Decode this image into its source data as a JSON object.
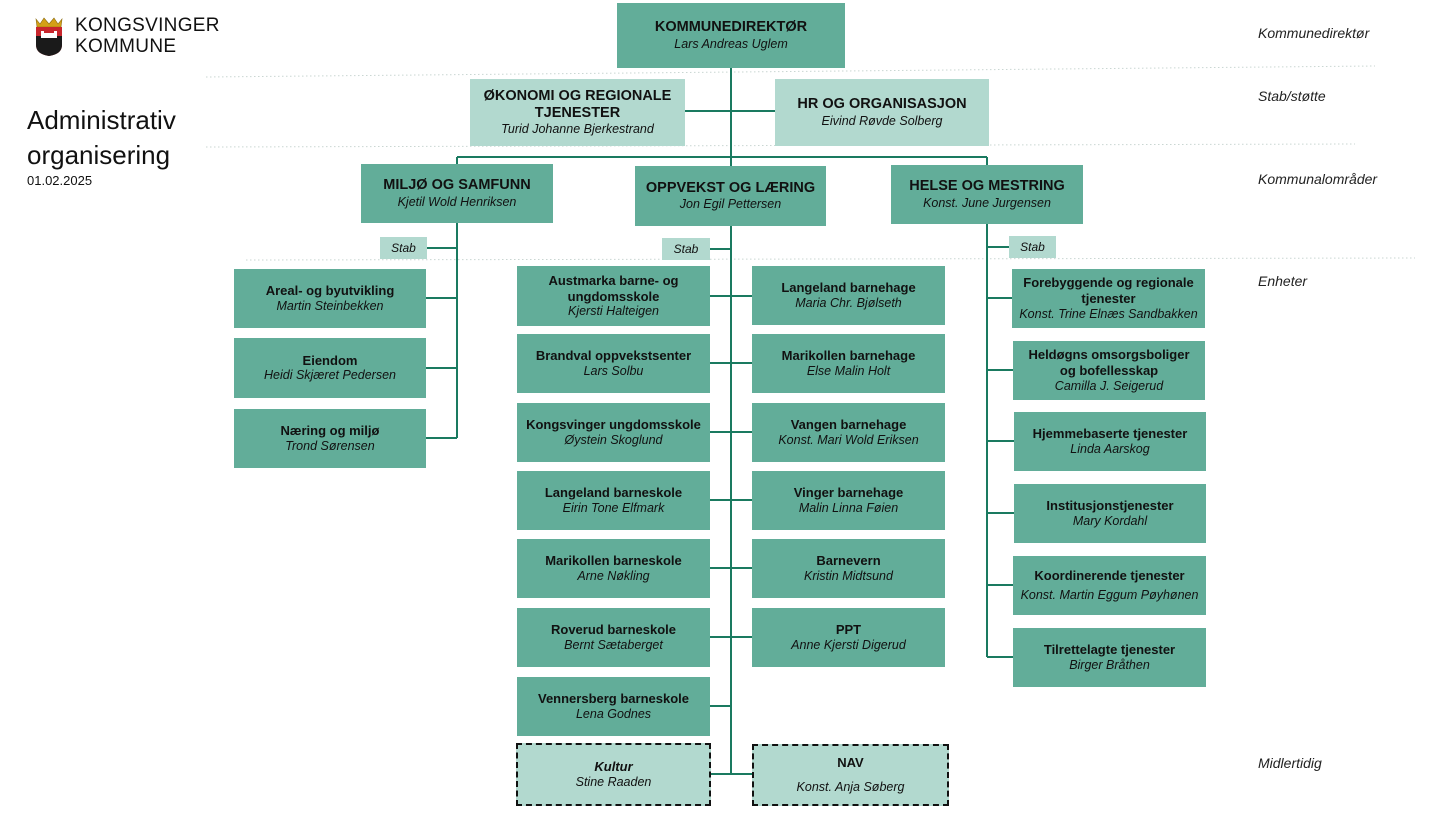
{
  "logo": {
    "line1": "KONGSVINGER",
    "line2": "KOMMUNE",
    "icon": "kongsvinger-coat-of-arms-icon"
  },
  "page": {
    "title_line1": "Administrativ",
    "title_line2": "organisering",
    "date": "01.02.2025"
  },
  "levels": [
    "Kommunedirektør",
    "Stab/støtte",
    "Kommunalområder",
    "Enheter",
    "Midlertidig"
  ],
  "top": {
    "title": "KOMMUNEDIREKTØR",
    "name": "Lars Andreas Uglem"
  },
  "staff": [
    {
      "title": "ØKONOMI OG REGIONALE TJENESTER",
      "name": "Turid Johanne Bjerkestrand"
    },
    {
      "title": "HR OG ORGANISASJON",
      "name": "Eivind Røvde Solberg"
    }
  ],
  "areas": [
    {
      "title": "MILJØ OG SAMFUNN",
      "name": "Kjetil Wold Henriksen",
      "stab": "Stab"
    },
    {
      "title": "OPPVEKST OG LÆRING",
      "name": "Jon Egil Pettersen",
      "stab": "Stab"
    },
    {
      "title": "HELSE OG MESTRING",
      "name": "Konst. June Jurgensen",
      "stab": "Stab"
    }
  ],
  "units_miljo": [
    {
      "title": "Areal- og byutvikling",
      "name": "Martin Steinbekken"
    },
    {
      "title": "Eiendom",
      "name": "Heidi Skjæret Pedersen"
    },
    {
      "title": "Næring og miljø",
      "name": "Trond Sørensen"
    }
  ],
  "units_oppvekst_left": [
    {
      "title": "Austmarka barne- og ungdomsskole",
      "name": "Kjersti Halteigen"
    },
    {
      "title": "Brandval oppvekstsenter",
      "name": "Lars Solbu"
    },
    {
      "title": "Kongsvinger ungdomsskole",
      "name": "Øystein Skoglund"
    },
    {
      "title": "Langeland barneskole",
      "name": "Eirin Tone Elfmark"
    },
    {
      "title": "Marikollen barneskole",
      "name": "Arne Nøkling"
    },
    {
      "title": "Roverud barneskole",
      "name": "Bernt Sætaberget"
    },
    {
      "title": "Vennersberg barneskole",
      "name": "Lena Godnes"
    }
  ],
  "units_oppvekst_right": [
    {
      "title": "Langeland barnehage",
      "name": "Maria Chr. Bjølseth"
    },
    {
      "title": "Marikollen barnehage",
      "name": "Else Malin Holt"
    },
    {
      "title": "Vangen barnehage",
      "name": "Konst. Mari Wold Eriksen"
    },
    {
      "title": "Vinger barnehage",
      "name": "Malin Linna Føien"
    },
    {
      "title": "Barnevern",
      "name": "Kristin Midtsund"
    },
    {
      "title": "PPT",
      "name": "Anne Kjersti Digerud"
    }
  ],
  "units_helse": [
    {
      "title": "Forebyggende og regionale tjenester",
      "name": "Konst. Trine Elnæs Sandbakken"
    },
    {
      "title": "Heldøgns omsorgsboliger og bofellesskap",
      "name": "Camilla J. Seigerud"
    },
    {
      "title": "Hjemmebaserte tjenester",
      "name": "Linda Aarskog"
    },
    {
      "title": "Institusjonstjenester",
      "name": "Mary Kordahl"
    },
    {
      "title": "Koordinerende tjenester",
      "name": "Konst. Martin Eggum Pøyhønen"
    },
    {
      "title": "Tilrettelagte tjenester",
      "name": "Birger Bråthen"
    }
  ],
  "temporary": [
    {
      "title": "Kultur",
      "name": "Stine Raaden"
    },
    {
      "title": "NAV",
      "name": "Konst. Anja Søberg"
    }
  ],
  "colors": {
    "dark_box": "#62ad99",
    "light_box": "#b2d9cf",
    "line": "#1a7a60"
  }
}
